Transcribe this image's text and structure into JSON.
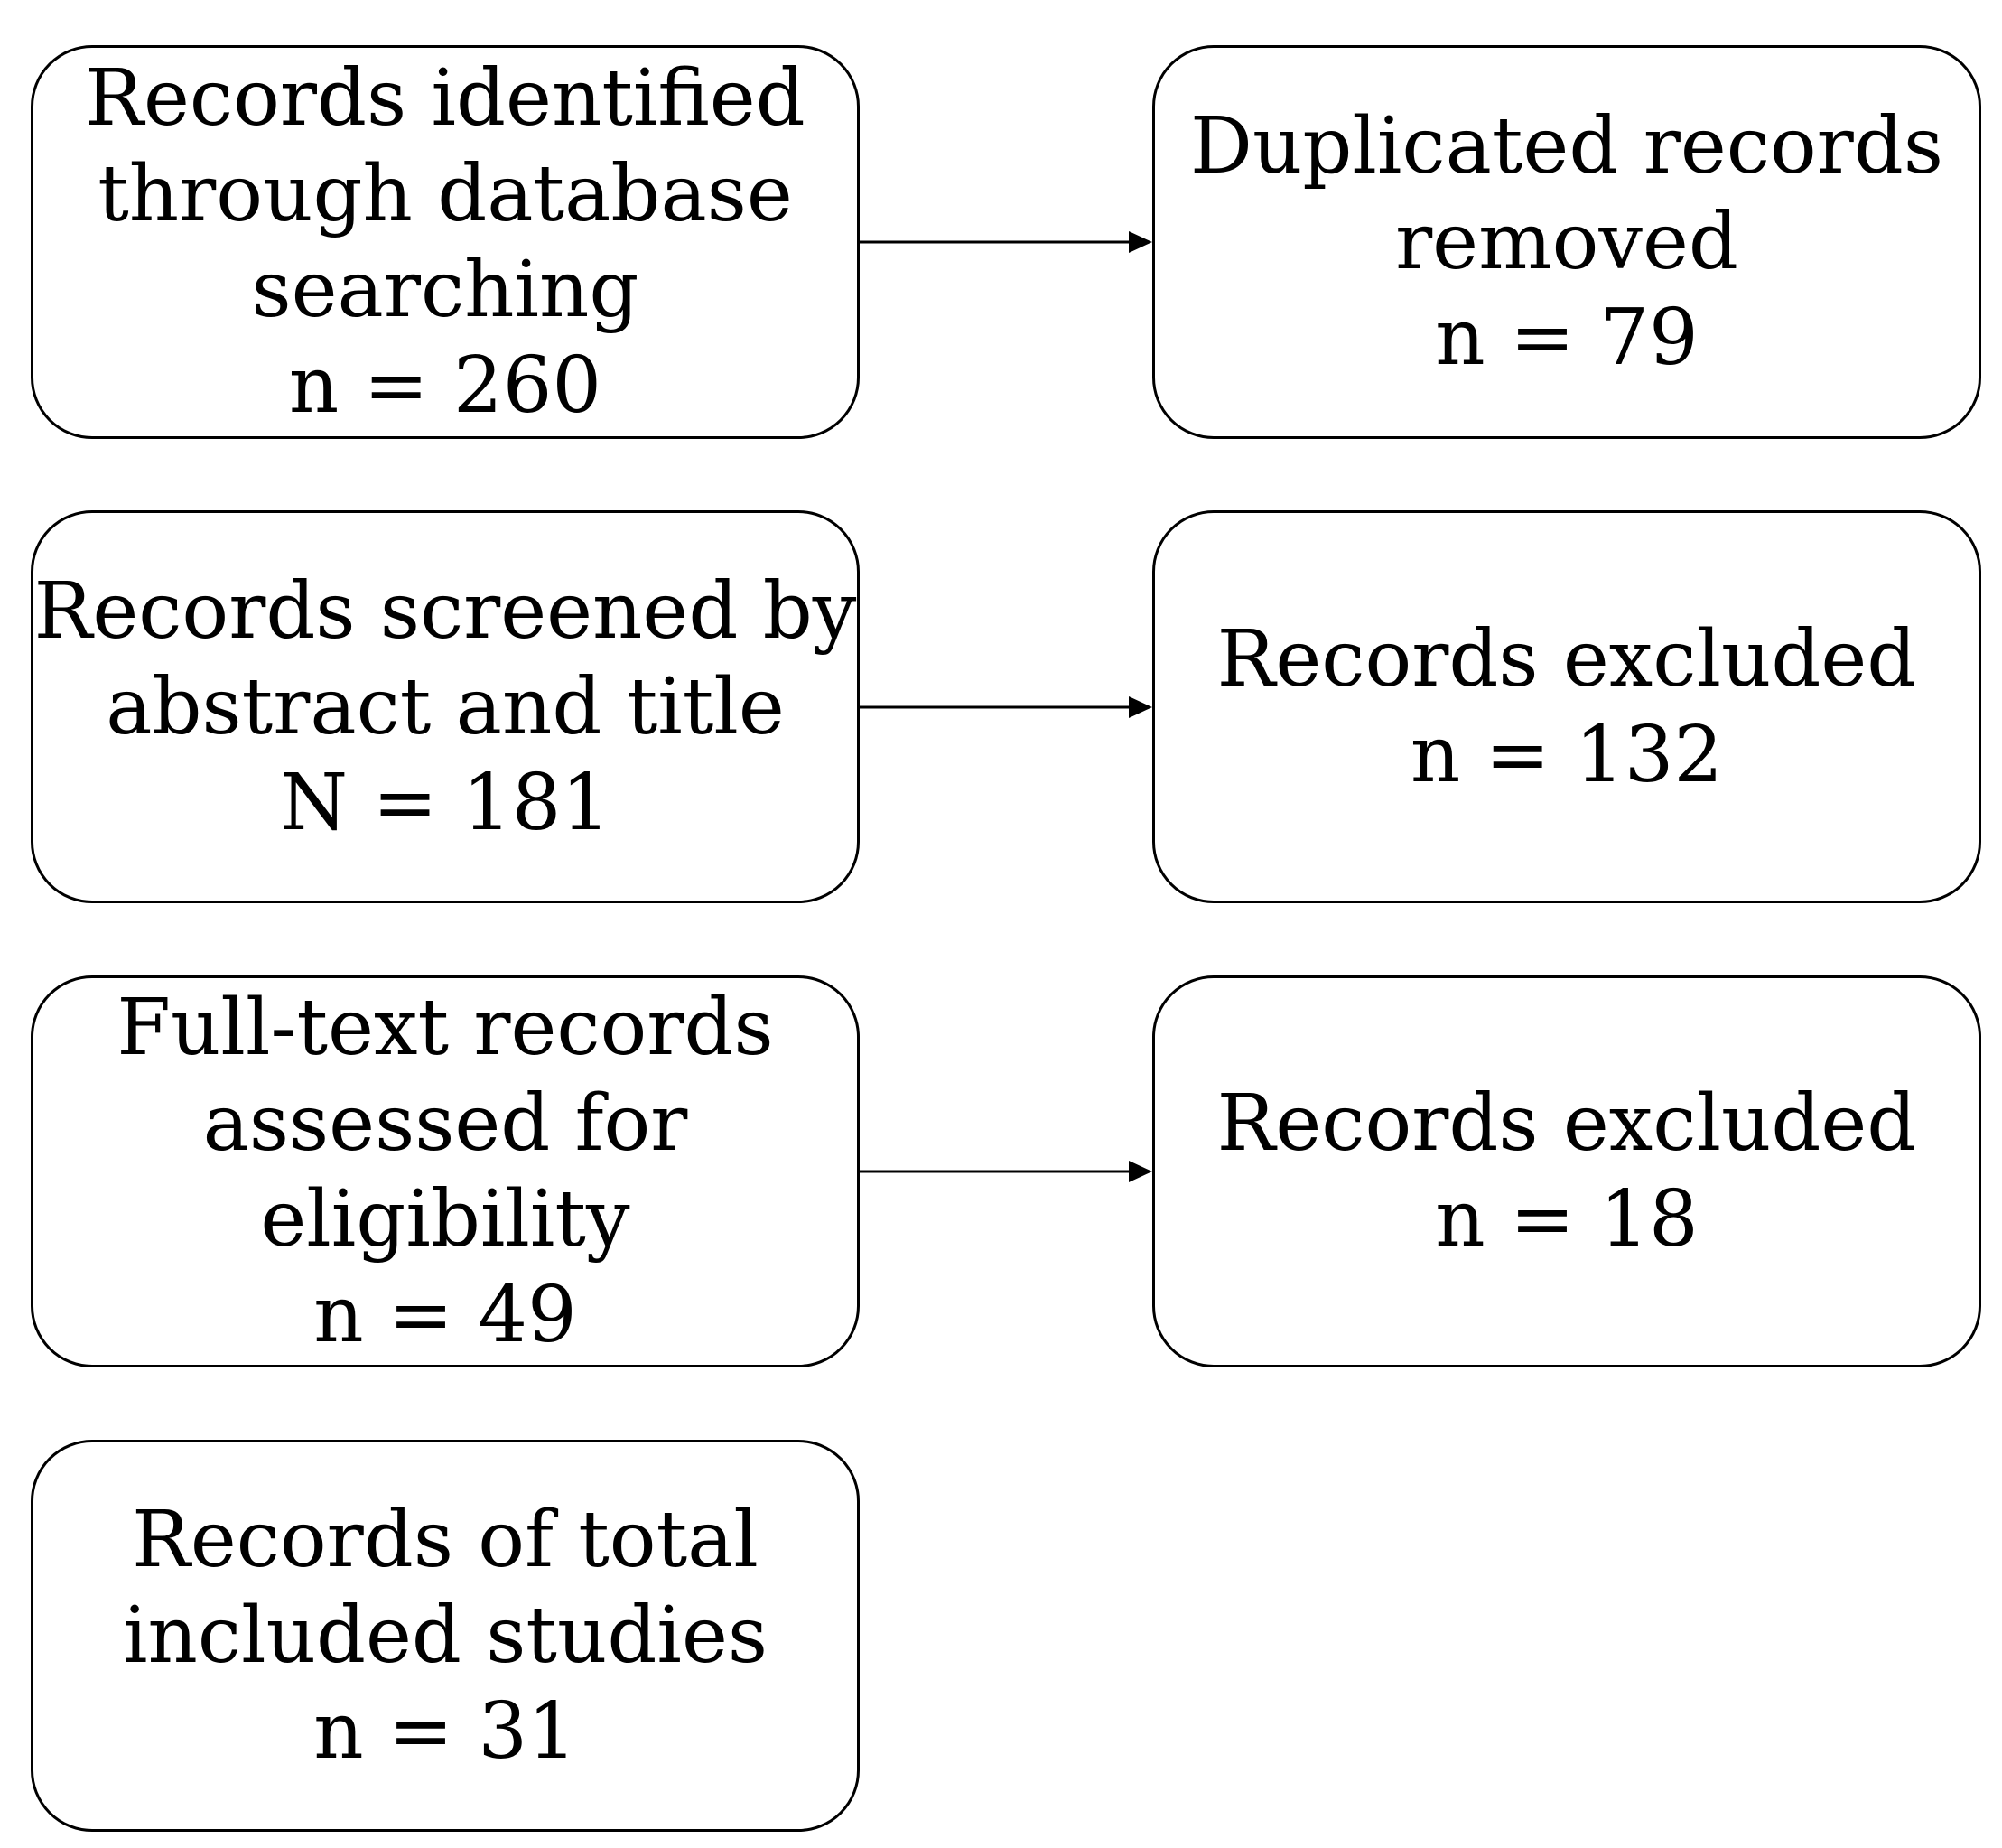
{
  "boxes": {
    "identified": {
      "lines": [
        "Records identified",
        "through database",
        "searching"
      ],
      "count": "n = 260"
    },
    "duplicates": {
      "lines": [
        "Duplicated records",
        "removed"
      ],
      "count": "n = 79"
    },
    "screened": {
      "lines": [
        "Records screened by",
        "abstract and title"
      ],
      "count": "N = 181"
    },
    "excluded_screening": {
      "lines": [
        "Records excluded"
      ],
      "count": "n = 132"
    },
    "fulltext": {
      "lines": [
        "Full-text records",
        "assessed for",
        "eligibility"
      ],
      "count": "n = 49"
    },
    "excluded_fulltext": {
      "lines": [
        "Records excluded"
      ],
      "count": "n = 18"
    },
    "included": {
      "lines": [
        "Records of total",
        "included studies"
      ],
      "count": "n = 31"
    }
  },
  "connections": [
    {
      "from": "identified",
      "to": "duplicates"
    },
    {
      "from": "screened",
      "to": "excluded_screening"
    },
    {
      "from": "fulltext",
      "to": "excluded_fulltext"
    }
  ]
}
